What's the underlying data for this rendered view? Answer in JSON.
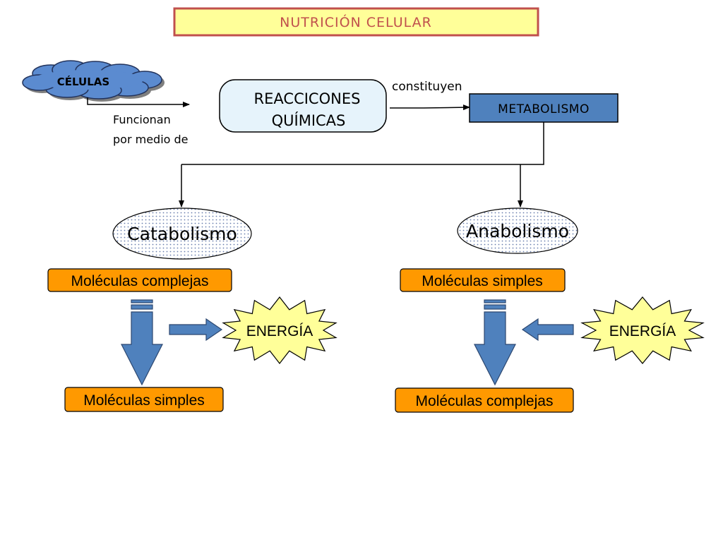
{
  "title": "NUTRICIÓN CELULAR",
  "nodes": {
    "celulas": "CÉLULAS",
    "reacciones": [
      "REACCICONES",
      "QUÍMICAS"
    ],
    "metabolismo": "METABOLISMO",
    "catabolismo": "Catabolismo",
    "anabolismo": "Anabolismo"
  },
  "edge_labels": {
    "funcionan": [
      "Funcionan",
      "por medio de"
    ],
    "constituyen": "constituyen"
  },
  "catabolismo_branch": {
    "input": "Moléculas complejas",
    "energy": "ENERGÍA",
    "output": "Moléculas simples"
  },
  "anabolismo_branch": {
    "input": "Moléculas simples",
    "energy": "ENERGÍA",
    "output": "Moléculas complejas"
  },
  "colors": {
    "title_fill": "#ffff99",
    "title_border": "#c0504d",
    "cloud_fill": "#5b8bd0",
    "reactions_fill": "#e6f3fb",
    "metabolism_fill": "#4f81bd",
    "molecule_fill": "#ff9900",
    "arrow_fill": "#4f81bd",
    "star_fill": "#ffff99"
  }
}
